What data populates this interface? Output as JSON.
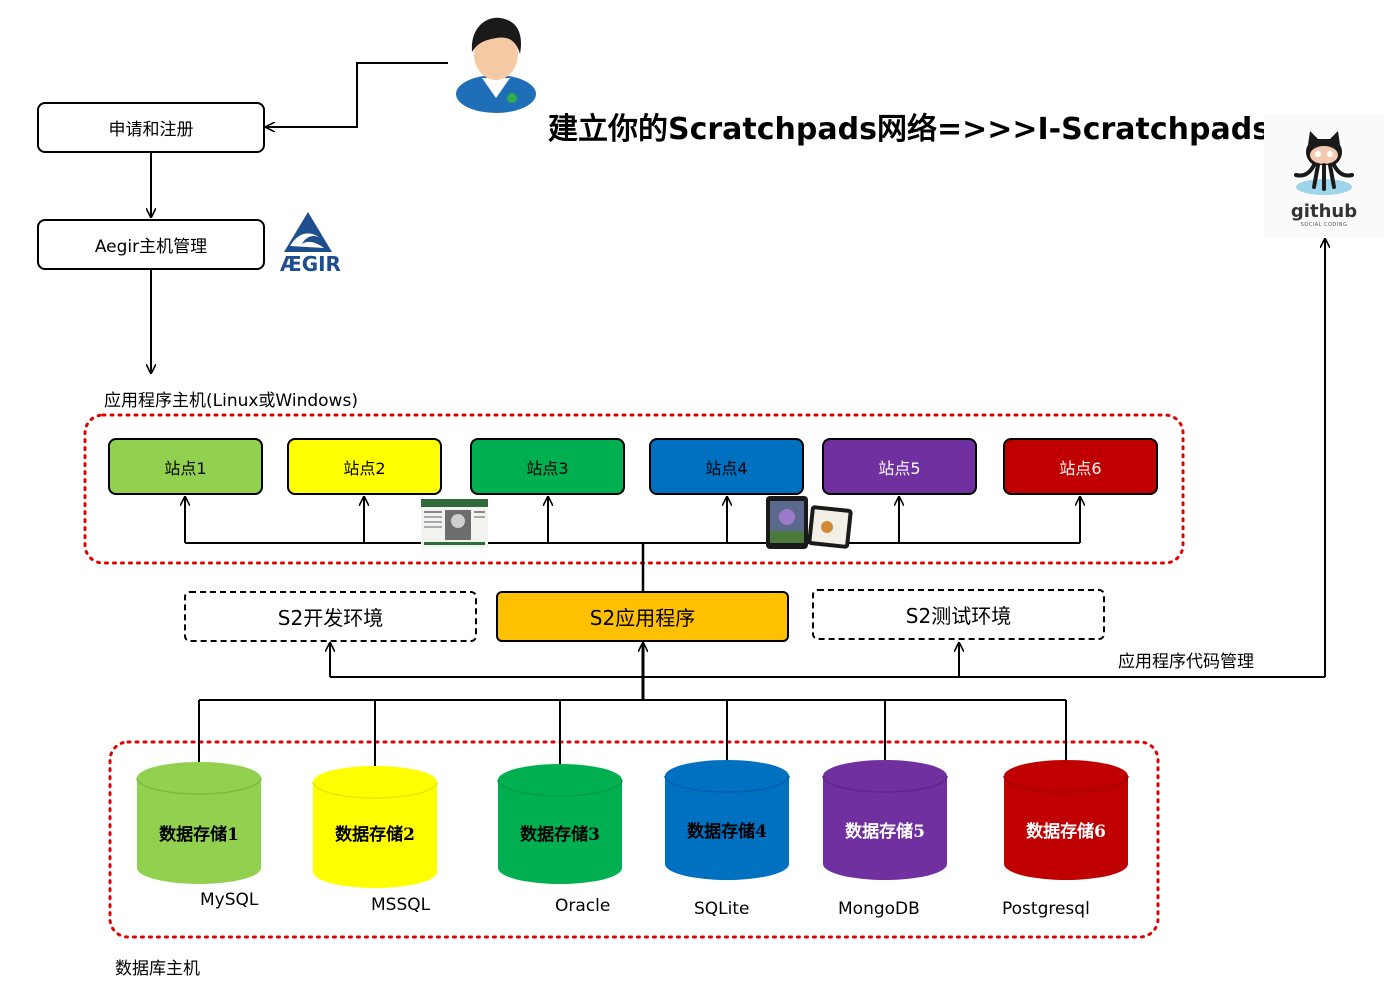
{
  "title": "建立你的Scratchpads网络=>>>I-Scratchpads",
  "flow": {
    "register": "申请和注册",
    "aegir_manage": "Aegir主机管理",
    "aegir_logo_text": "ÆGIR"
  },
  "app_host_label": "应用程序主机(Linux或Windows)",
  "sites": [
    {
      "label": "站点1",
      "color": "#92d050",
      "text_color": "#000000"
    },
    {
      "label": "站点2",
      "color": "#ffff00",
      "text_color": "#000000"
    },
    {
      "label": "站点3",
      "color": "#00b050",
      "text_color": "#000000"
    },
    {
      "label": "站点4",
      "color": "#0070c0",
      "text_color": "#000000"
    },
    {
      "label": "站点5",
      "color": "#7030a0",
      "text_color": "#ffffff"
    },
    {
      "label": "站点6",
      "color": "#c00000",
      "text_color": "#ffffff"
    }
  ],
  "environments": {
    "dev": "S2开发环境",
    "app": "S2应用程序",
    "test": "S2测试环境"
  },
  "code_mgmt_label": "应用程序代码管理",
  "github_logo_text": "github",
  "github_sub_text": "SOCIAL CODING",
  "databases": [
    {
      "label": "数据存储1",
      "name": "MySQL",
      "color": "#92d050",
      "text_color": "#000000"
    },
    {
      "label": "数据存储2",
      "name": "MSSQL",
      "color": "#ffff00",
      "text_color": "#000000"
    },
    {
      "label": "数据存储3",
      "name": "Oracle",
      "color": "#00b050",
      "text_color": "#000000"
    },
    {
      "label": "数据存储4",
      "name": "SQLite",
      "color": "#0070c0",
      "text_color": "#000000"
    },
    {
      "label": "数据存储5",
      "name": "MongoDB",
      "color": "#7030a0",
      "text_color": "#ffffff"
    },
    {
      "label": "数据存储6",
      "name": "Postgresql",
      "color": "#c00000",
      "text_color": "#ffffff"
    }
  ],
  "db_host_label": "数据库主机",
  "colors": {
    "dotted_border": "#e00000",
    "app_box": "#ffc000",
    "aegir_blue": "#1f4e8c"
  }
}
